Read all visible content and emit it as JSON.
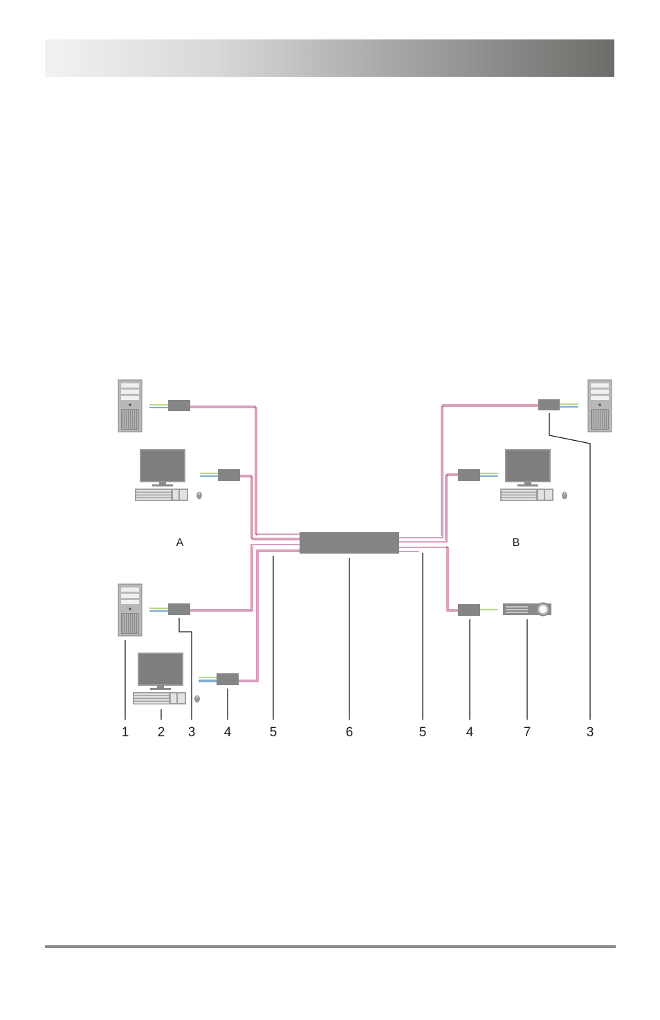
{
  "area_labels": {
    "a": "A",
    "b": "B"
  },
  "callouts": [
    "1",
    "2",
    "3",
    "4",
    "5",
    "6",
    "5",
    "4",
    "7",
    "3"
  ],
  "colors": {
    "cable": "#b5407a",
    "device": "#858585",
    "leader": "#1a1a1a",
    "green": "#8fbf3f",
    "blue": "#2f7fb8"
  }
}
